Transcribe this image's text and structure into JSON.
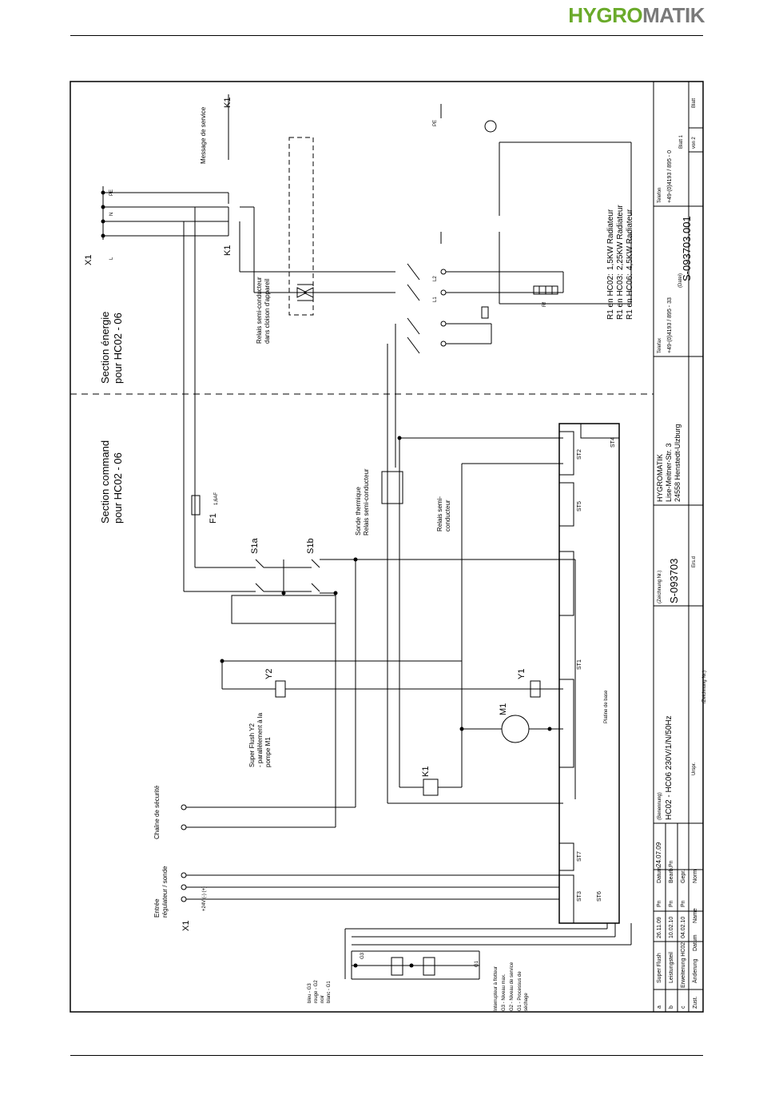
{
  "brand": {
    "part1": "HYGRO",
    "part2": "MATIK",
    "color_green": "#6aaa2a",
    "color_grey": "#7a7a7a"
  },
  "sections": {
    "energie": "Section énergie",
    "energie_sub": "pour HC02 - 06",
    "commande": "Section command",
    "commande_sub": "pour HC02 - 06"
  },
  "labels": {
    "x1_top": "X1",
    "l_top": "L",
    "n_top": "N",
    "pe_top": "PE",
    "k1_top": "K1",
    "k1_contacts": "K1",
    "message_service": "Message de service",
    "relais_l1": "Relais semi-conducteur",
    "relais_l2": "dans cloison d'appareil",
    "pe_label": "PE",
    "l1": "L1",
    "l2": "L2",
    "rf": "Rf",
    "r1_line1": "R1 en HC02:",
    "r1_line2": "R1 en HC03:",
    "r1_line3": "R1 en HC06:",
    "kw1": "1,5KW  Radiateur",
    "kw2": "2,25KW  Radiateur",
    "kw3": "4,5KW  Radiateur",
    "f1": "F1",
    "f1_rating": "1,6AF",
    "s1a": "S1a",
    "s1b": "S1b",
    "sonde_l1": "Sonde thermique",
    "sonde_l2": "Relais semi-conducteur",
    "relais_semi_l1": "Relais semi-",
    "relais_semi_l2": "conducteur",
    "y2": "Y2",
    "y1": "Y1",
    "m1": "M1",
    "k1_coil": "K1",
    "superflush_l1": "Super Flush Y2",
    "superflush_l2": "- parallèlement à la",
    "superflush_l3": "pompe M1",
    "chaine": "Chaîne de sécurité",
    "entree_l1": "Entrée",
    "entree_l2": "régulateur / sonde",
    "x1_bottom": "X1",
    "plus24": "+24V  (-)  (+)",
    "platine": "Platine de base",
    "st1": "ST1",
    "st2": "ST2",
    "st3": "ST3",
    "st4": "ST4",
    "st5": "ST5",
    "st6": "ST6",
    "st7": "ST7",
    "colors_l1": "bleu - G3",
    "colors_l2": "rouge - G2",
    "colors_l3": "noir",
    "colors_l4": "blanc - G1",
    "float_l1": "Interrupteur à flotteur",
    "float_l2": "G3 - Niveau max.",
    "float_l3": "G2 - Niveau de service",
    "float_l4": "G1 - Processus de",
    "float_l5": "séchage",
    "g1": "G1",
    "g3": "G3"
  },
  "title_block": {
    "company": "HYGROMATIK",
    "street": "Lise-Meitner-Str. 3",
    "city": "24558 Henstedt-Ulzburg",
    "telefon_label": "Telefon",
    "telefon": "+49-(0)4193 / 895 - 0",
    "telefax_label": "Telefax",
    "telefax": "+49-(0)4193 / 895 - 33",
    "datei": "(Datei)",
    "file_no": "S-093703.001",
    "blatt_label": "Blatt",
    "blatt": "Blatt 1",
    "von": "von 2",
    "zeichnung_label": "(Zeichnung Nr.)",
    "zeichnung": "S-093703",
    "ers_d": "Ers.d",
    "benennung_label": "(Benennung)",
    "benennung": "HC02 - HC06 230V/1/N/50Hz",
    "urspr": "Urspr.",
    "zeichnung_nr": "/Zeichnung Nr.)",
    "date_main": "24.07.09",
    "pn": "Pn",
    "datum": "Datum",
    "bearb": "Bearb.",
    "gepr": "Gepr.",
    "norm": "Norm",
    "name": "Name",
    "zust": "Zust.",
    "aenderung": "Änderung",
    "rev_a_text": "Super Flush",
    "rev_a_date": "26.11.09",
    "rev_b_text": "Leistungsteil",
    "rev_b_date": "10.02.10",
    "rev_c_text": "Erweiterung HC02",
    "rev_c_date": "04.02.10",
    "rev_a": "a",
    "rev_b": "b",
    "rev_c": "c"
  }
}
